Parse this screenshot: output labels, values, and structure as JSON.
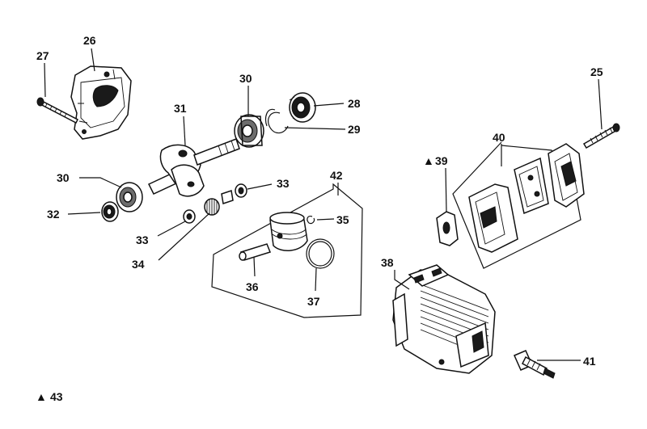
{
  "diagram": {
    "labels": {
      "p25": "25",
      "p26": "26",
      "p27": "27",
      "p28": "28",
      "p29": "29",
      "p30a": "30",
      "p30b": "30",
      "p31": "31",
      "p32": "32",
      "p33a": "33",
      "p33b": "33",
      "p34": "34",
      "p35": "35",
      "p36": "36",
      "p37": "37",
      "p38": "38",
      "p39": "39",
      "p40": "40",
      "p41": "41",
      "p42": "42",
      "p43": "43"
    },
    "marker_symbol": "▲",
    "line_color": "#111111"
  }
}
